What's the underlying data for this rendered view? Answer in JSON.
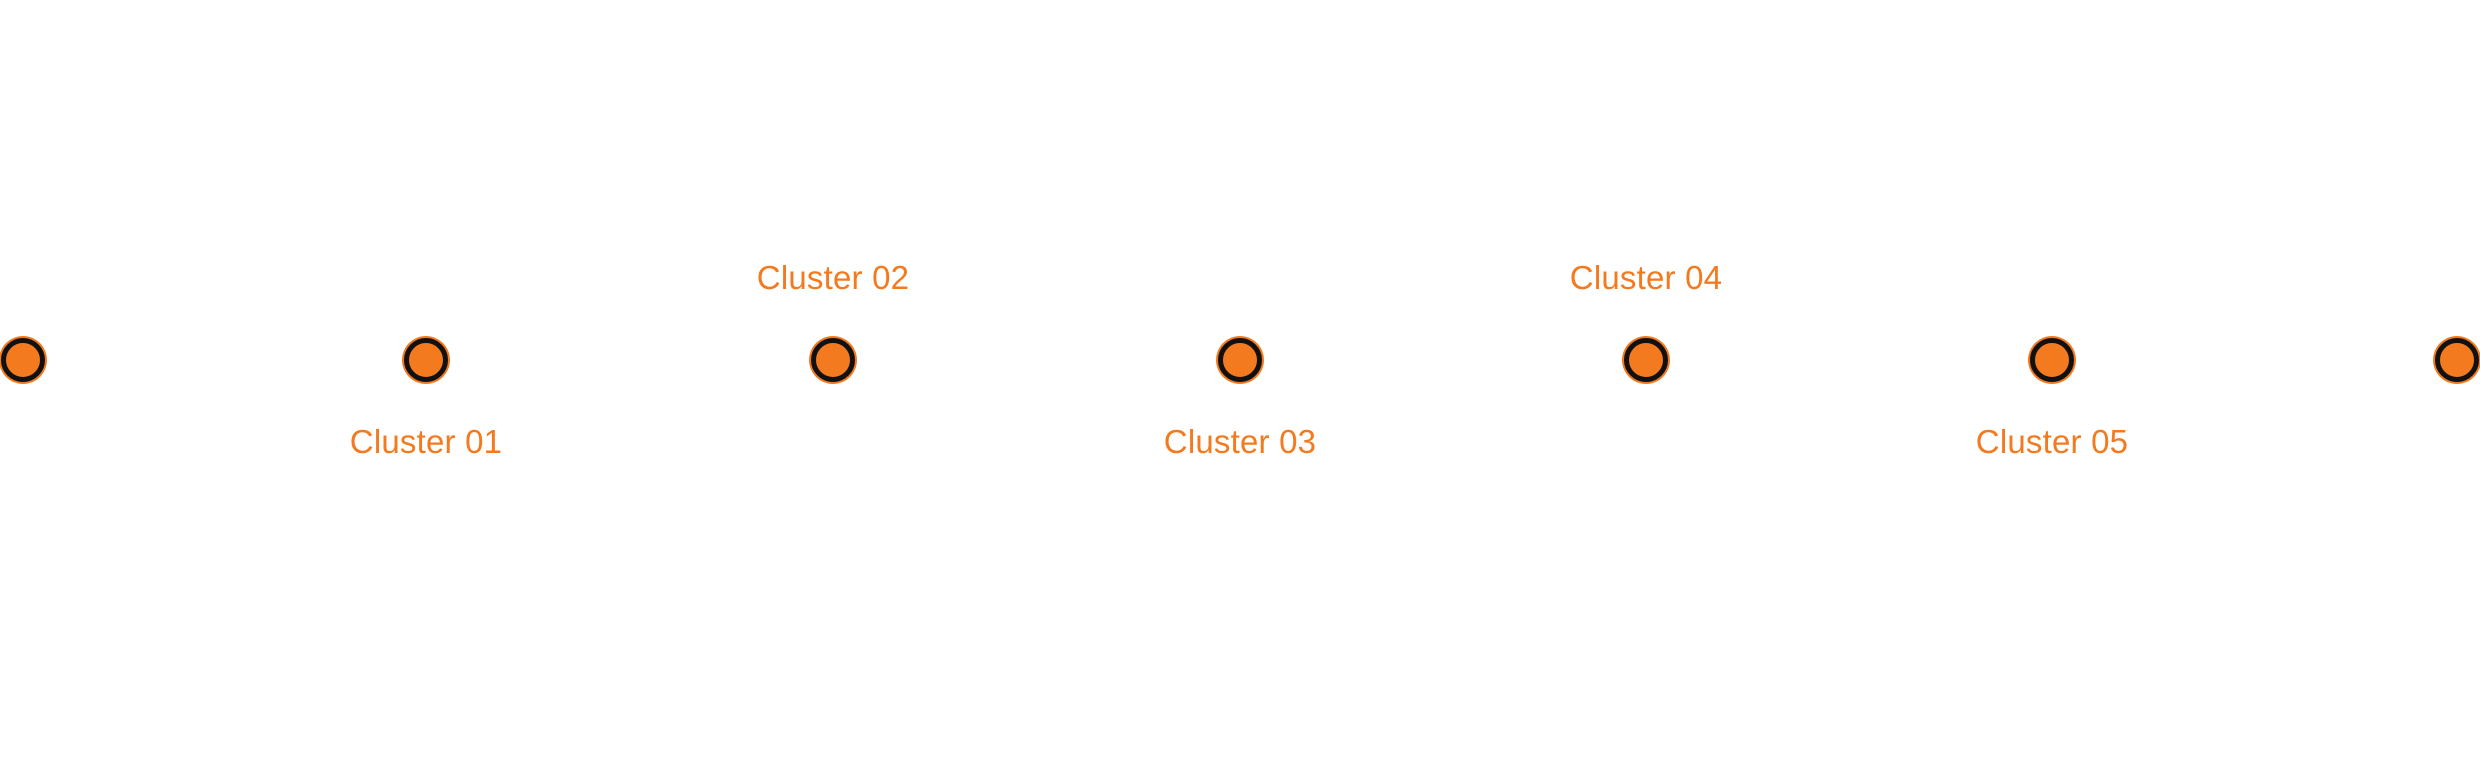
{
  "colors": {
    "accent": "#F47A20",
    "outline": "#111111",
    "background": "#FFFFFF"
  },
  "clusters": [
    {
      "label": "Cluster 01"
    },
    {
      "label": "Cluster 02"
    },
    {
      "label": "Cluster 03"
    },
    {
      "label": "Cluster 04"
    },
    {
      "label": "Cluster 05"
    }
  ]
}
